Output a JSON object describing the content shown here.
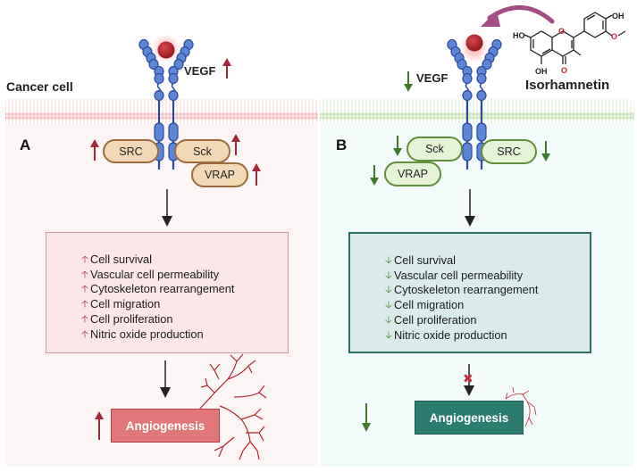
{
  "figure": {
    "cell_label": "Cancer cell",
    "compound_label": "Isorhamnetin",
    "compound_atoms": {
      "ho_left": "HO",
      "oh_top_right": "OH",
      "ring_oxygen": "O",
      "methoxy_oxygen": "O",
      "oh_bottom": "OH",
      "carbonyl_oxygen": "O"
    },
    "colors": {
      "up_arrow": "#a4283b",
      "down_arrow": "#3f7a2a",
      "receptor": "#2c4a9e",
      "ligand": "#b3222b",
      "curved_arrow": "#a44c86",
      "membrane_a": "#f5c6c9",
      "membrane_b": "#cfe6bd"
    }
  },
  "panel_a": {
    "letter": "A",
    "ligand_label": "VEGF",
    "ligand_trend": "up",
    "proteins": [
      {
        "name": "SRC",
        "trend": "up"
      },
      {
        "name": "Sck",
        "trend": "up"
      },
      {
        "name": "VRAP",
        "trend": "up"
      }
    ],
    "effects": [
      {
        "arrow": "🡡",
        "text": "Cell survival"
      },
      {
        "arrow": "🡡",
        "text": "Vascular cell permeability"
      },
      {
        "arrow": "🡡",
        "text": "Cytoskeleton rearrangement"
      },
      {
        "arrow": "🡡",
        "text": "Cell migration"
      },
      {
        "arrow": "🡡",
        "text": "Cell proliferation"
      },
      {
        "arrow": "🡡",
        "text": "Nitric oxide production"
      }
    ],
    "outcome": "Angiogenesis",
    "outcome_trend": "up"
  },
  "panel_b": {
    "letter": "B",
    "ligand_label": "VEGF",
    "ligand_trend": "down",
    "proteins": [
      {
        "name": "Sck",
        "trend": "down"
      },
      {
        "name": "VRAP",
        "trend": "down"
      },
      {
        "name": "SRC",
        "trend": "down"
      }
    ],
    "effects": [
      {
        "arrow": "🡣",
        "text": "Cell survival"
      },
      {
        "arrow": "🡣",
        "text": "Vascular cell permeability"
      },
      {
        "arrow": "🡣",
        "text": "Cytoskeleton rearrangement"
      },
      {
        "arrow": "🡣",
        "text": "Cell migration"
      },
      {
        "arrow": "🡣",
        "text": "Cell proliferation"
      },
      {
        "arrow": "🡣",
        "text": "Nitric oxide production"
      }
    ],
    "outcome": "Angiogenesis",
    "outcome_trend": "down",
    "blocked_marker": "✖"
  }
}
